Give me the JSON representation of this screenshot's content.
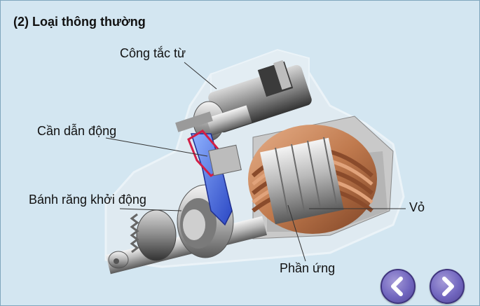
{
  "title": "(2) Loại thông thường",
  "labels": {
    "magnetic_switch": "Công tắc từ",
    "drive_lever": "Cần dẫn động",
    "pinion_gear": "Bánh răng khởi động",
    "yoke": "Vỏ",
    "armature": "Phần ứng"
  },
  "nav": {
    "prev_icon": "chevron-left-icon",
    "next_icon": "chevron-right-icon"
  },
  "colors": {
    "background": "#d3e6f1",
    "nav_button": "#7166bf",
    "lever_highlight": "#3f5fd9",
    "coil_copper": "#c07a4e"
  }
}
